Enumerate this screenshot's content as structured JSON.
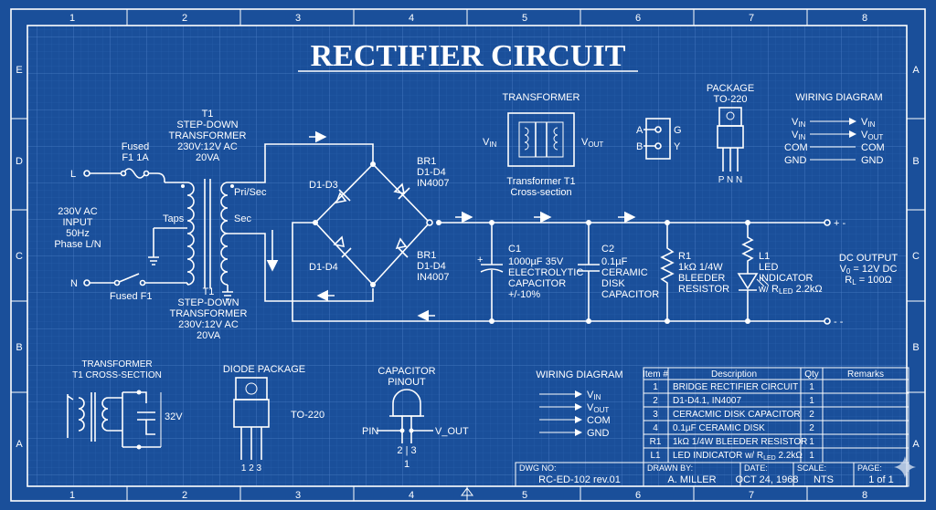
{
  "title": "RECTIFIER CIRCUIT",
  "grid_columns": [
    "1",
    "2",
    "3",
    "4",
    "5",
    "6",
    "7",
    "8"
  ],
  "grid_rows_left": [
    "E",
    "D",
    "C",
    "B",
    "A"
  ],
  "grid_rows_right": [
    "A",
    "B",
    "C",
    "B",
    "A"
  ],
  "colors": {
    "background": "#1a4f9a",
    "line": "#ffffff",
    "grid": "#3f72bd"
  },
  "input": {
    "line1": "230V AC",
    "line2": "INPUT",
    "line3": "50Hz",
    "line4": "Phase L/N",
    "terminal_l": "L",
    "terminal_n": "N"
  },
  "fuse_top": {
    "line1": "Fused",
    "line2": "F1 1A"
  },
  "fuse_bottom": "Fused F1",
  "transformer_top": {
    "line1": "T1",
    "line2": "STEP-DOWN",
    "line3": "TRANSFORMER",
    "line4": "230V:12V AC",
    "line5": "20VA"
  },
  "transformer_bottom": {
    "line1": "T1",
    "line2": "STEP-DOWN",
    "line3": "TRANSFORMER",
    "line4": "230V:12V AC",
    "line5": "20VA"
  },
  "taps": "Taps",
  "pri_sec": "Pri/Sec",
  "sec": "Sec",
  "bridge": {
    "d13": "D1-D3",
    "d14": "D1-D4",
    "br_top": {
      "line1": "BR1",
      "line2": "D1-D4",
      "line3": "IN4007"
    },
    "br_bottom": {
      "line1": "BR1",
      "line2": "D1-D4",
      "line3": "IN4007"
    }
  },
  "c1": {
    "line1": "C1",
    "line2": "1000µF 35V",
    "line3": "ELECTROLYTIC",
    "line4": "CAPACITOR",
    "line5": "+/-10%"
  },
  "c2": {
    "line1": "C2",
    "line2": "0.1µF",
    "line3": "CERAMIC",
    "line4": "DISK",
    "line5": "CAPACITOR"
  },
  "r1": {
    "line1": "R1",
    "line2": "1kΩ 1/4W",
    "line3": "BLEEDER",
    "line4": "RESISTOR"
  },
  "l1": {
    "line1": "L1",
    "line2": "LED",
    "line3": "INDICATOR",
    "line4_pre": "w/ R",
    "line4_sub": "LED",
    "line4_post": " 2.2kΩ"
  },
  "output": {
    "title": "DC OUTPUT",
    "vo_pre": "V",
    "vo_sub": "0",
    "vo_post": " = 12V DC",
    "rl_pre": "R",
    "rl_sub": "L",
    "rl_post": " = 100Ω",
    "plus": "+ -",
    "minus": "- -"
  },
  "transformer_inset": {
    "title": "TRANSFORMER",
    "vin_pre": "V",
    "vin_sub": "IN",
    "vout_pre": "V",
    "vout_sub": "OUT",
    "caption1": "Transformer T1",
    "caption2": "Cross-section"
  },
  "switch_inset": {
    "a": "A",
    "b": "B",
    "g": "G",
    "y": "Y"
  },
  "package_inset": {
    "title1": "PACKAGE",
    "title2": "TO-220",
    "pins": "P N N"
  },
  "wiring_top": {
    "title": "WIRING DIAGRAM",
    "rows": [
      {
        "l_pre": "V",
        "l_sub": "IN",
        "r_pre": "V",
        "r_sub": "IN"
      },
      {
        "l_pre": "V",
        "l_sub": "IN",
        "r_pre": "V",
        "r_sub": "OUT"
      },
      {
        "l_pre": "COM",
        "l_sub": "",
        "r_pre": "COM",
        "r_sub": ""
      },
      {
        "l_pre": "GND",
        "l_sub": "",
        "r_pre": "GND",
        "r_sub": ""
      }
    ]
  },
  "tx_cross": {
    "title1": "TRANSFORMER",
    "title2": "T1 CROSS-SECTION",
    "voltage": "32V"
  },
  "diode_pkg": {
    "title": "DIODE PACKAGE",
    "label": "TO-220",
    "pins": "1 2 3"
  },
  "cap_pinout": {
    "title1": "CAPACITOR",
    "title2": "PINOUT",
    "pin": "PIN",
    "vout": "V_OUT",
    "pins": "2 | 3",
    "pin1": "1"
  },
  "wiring_bottom": {
    "title": "WIRING DIAGRAM",
    "rows": [
      {
        "pre": "V",
        "sub": "IN"
      },
      {
        "pre": "V",
        "sub": "OUT"
      },
      {
        "pre": "COM",
        "sub": ""
      },
      {
        "pre": "GND",
        "sub": ""
      }
    ]
  },
  "bom": {
    "headers": [
      "Item #",
      "Description",
      "Qty",
      "Remarks"
    ],
    "rows": [
      {
        "item": "1",
        "desc": "BRIDGE RECTIFIER CIRCUIT",
        "qty": "1"
      },
      {
        "item": "2",
        "desc": "D1-D4.1, IN4007",
        "qty": "1"
      },
      {
        "item": "3",
        "desc": "CERACMIC DISK CAPACITOR",
        "qty": "2"
      },
      {
        "item": "4",
        "desc": "0.1µF CERAMIC DISK",
        "qty": "2"
      },
      {
        "item": "R1",
        "desc": "1kΩ 1/4W BLEEDER RESISTOR",
        "qty": "1"
      },
      {
        "item": "L1",
        "desc": "LED INDICATOR w/ R",
        "desc_sub": "LED",
        "desc_post": " 2.2kΩ",
        "qty": "1"
      }
    ]
  },
  "title_block": {
    "dwg_label": "DWG NO:",
    "dwg_value": "RC-ED-102 rev.01",
    "drawn_label": "DRAWN BY:",
    "drawn_value": "A. MILLER",
    "date_label": "DATE:",
    "date_value": "OCT 24, 1968",
    "scale_label": "SCALE:",
    "scale_value": "NTS",
    "page_label": "PAGE:",
    "page_value": "1 of 1"
  }
}
